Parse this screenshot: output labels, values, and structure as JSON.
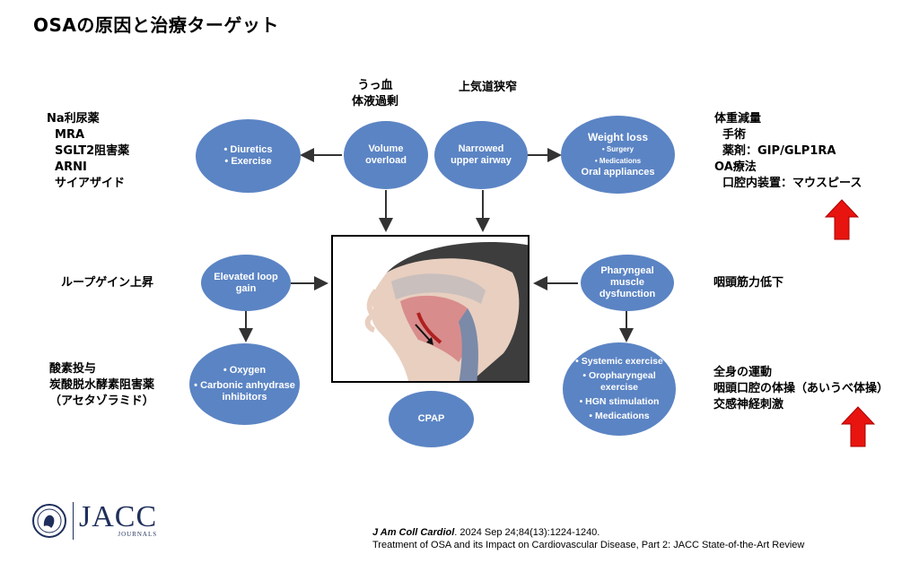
{
  "title": "OSAの原因と治療ターゲット",
  "left_labels": {
    "diuretics_block": "Na利尿薬\n  MRA\n  SGLT2阻害薬\n  ARNI\n  サイアザイド",
    "loop_gain": "ループゲイン上昇",
    "oxygen_block": "酸素投与\n炭酸脱水酵素阻害薬\n（アセタゾラミド）"
  },
  "top_labels": {
    "volume": "うっ血\n体液過剰",
    "airway": "上気道狭窄"
  },
  "right_labels": {
    "weight_block": "体重減量\n  手術\n  薬剤：GIP/GLP1RA\nOA療法\n  口腔内装置：マウスピース",
    "pharyngeal": "咽頭筋力低下",
    "exercise_block": "全身の運動\n咽頭口腔の体操（あいうべ体操）\n交感神経刺激"
  },
  "ovals": {
    "diuretics": [
      "• Diuretics",
      "• Exercise"
    ],
    "volume_overload": "Volume\noverload",
    "narrowed_airway": "Narrowed\nupper airway",
    "weight_loss_title": "Weight loss",
    "weight_loss_sub": [
      "• Surgery",
      "• Medications"
    ],
    "oral_appliances": "Oral appliances",
    "elevated_loop": "Elevated loop\ngain",
    "pharyngeal": "Pharyngeal\nmuscle\ndysfunction",
    "oxygen": [
      "• Oxygen",
      "• Carbonic anhydrase\ninhibitors"
    ],
    "cpap": "CPAP",
    "systemic": [
      "• Systemic exercise",
      "• Oropharyngeal\nexercise",
      "• HGN stimulation",
      "• Medications"
    ]
  },
  "logo": {
    "name": "JACC",
    "sub": "JOURNALS"
  },
  "citation": {
    "journal": "J Am Coll Cardiol",
    "ref": ". 2024 Sep 24;84(13):1224-1240.",
    "article": "Treatment of OSA and its Impact on Cardiovascular Disease, Part 2: JACC State-of-the-Art Review"
  },
  "colors": {
    "oval": "#5b84c4",
    "red_arrow": "#e8140f",
    "logo": "#1f2f5c"
  }
}
